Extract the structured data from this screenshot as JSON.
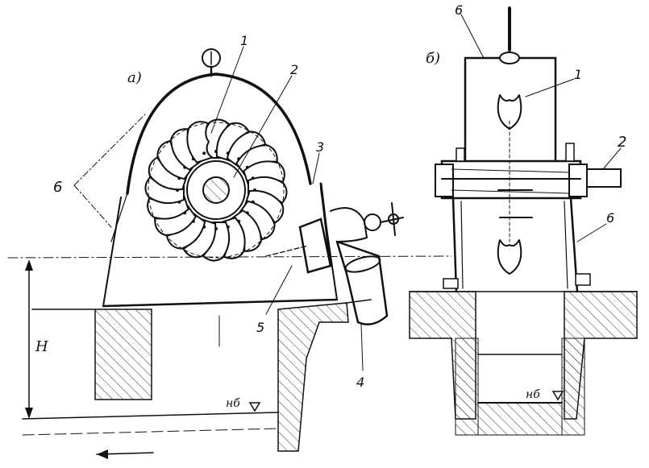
{
  "views": {
    "side": {
      "label": "а)"
    },
    "front": {
      "label": "б)"
    }
  },
  "callouts": {
    "side_1": "1",
    "side_2": "2",
    "side_3": "3",
    "side_4": "4",
    "side_5": "5",
    "side_6": "6",
    "front_1": "1",
    "front_2": "2",
    "front_6_top": "6",
    "front_6_side": "6"
  },
  "dimension": {
    "label": "Н"
  },
  "tailwater": {
    "left": "нб",
    "right": "нб"
  },
  "colors": {
    "ink": "#111111",
    "paper": "#ffffff"
  }
}
